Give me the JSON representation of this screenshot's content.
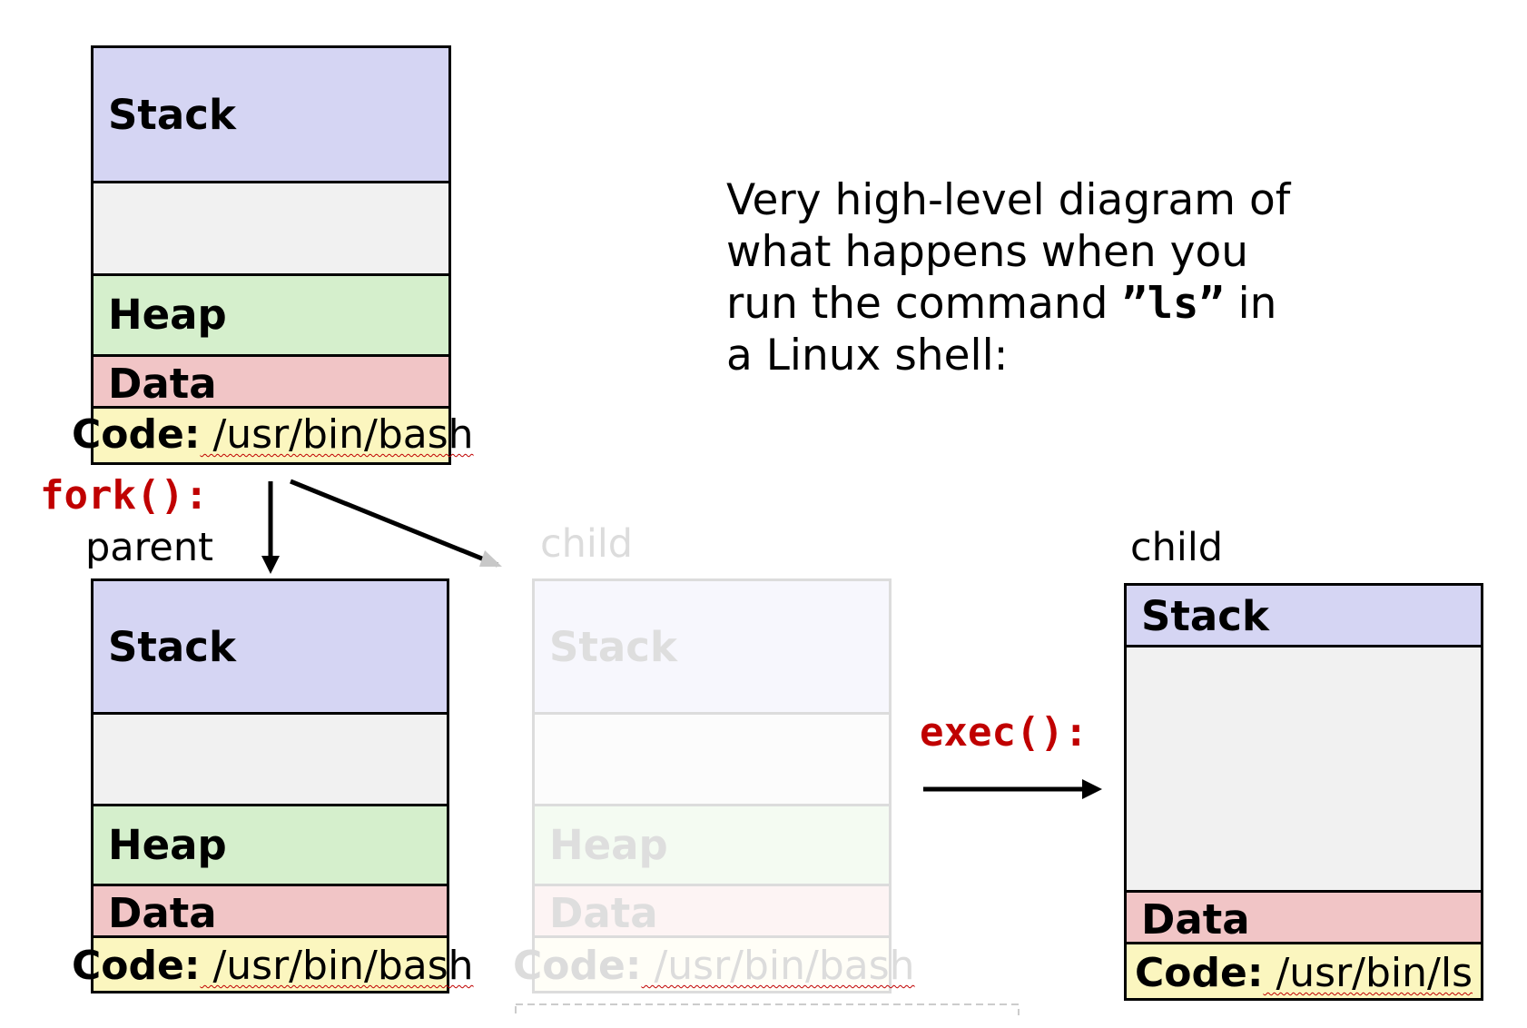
{
  "description": {
    "line1": "Very high-level diagram of",
    "line2": "what happens when you",
    "line3_pre": "run the command ",
    "line3_cmd": "”ls”",
    "line3_post": " in",
    "line4": "a Linux shell:"
  },
  "calls": {
    "fork": "fork():",
    "exec": "exec():"
  },
  "labels": {
    "parent": "parent",
    "child_faded": "child",
    "child": "child"
  },
  "segments": {
    "stack": "Stack",
    "heap": "Heap",
    "data": "Data",
    "code_kw": "Code:"
  },
  "paths": {
    "bash": " /usr/bin/bash",
    "ls": " /usr/bin/ls"
  },
  "colors": {
    "stack": "#d5d5f3",
    "heap": "#d5efcc",
    "data": "#f1c5c6",
    "code": "#fbf6bf",
    "call": "#c00000"
  }
}
